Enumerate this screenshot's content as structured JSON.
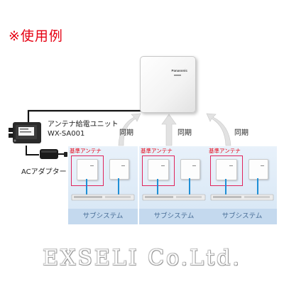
{
  "heading": "※使用例",
  "feed_unit": {
    "line1": "アンテナ給電ユニット",
    "line2": "WX-SA001"
  },
  "ac_adapter": "ACアダプター",
  "main_antenna": {
    "brand": "Panasonic"
  },
  "sync_labels": [
    "同期",
    "同期",
    "同期"
  ],
  "subsystems": [
    {
      "reference_label": "基準アンテナ",
      "name": "サブシステム"
    },
    {
      "reference_label": "基準アンテナ",
      "name": "サブシステム"
    },
    {
      "reference_label": "基準アンテナ",
      "name": "サブシステム"
    }
  ],
  "watermark": "EXSELI Co.Ltd.",
  "colors": {
    "accent_red": "#e60012",
    "reference_box": "#e0245c",
    "subsystem_bg": "#dce9f6",
    "subsystem_footer": "#c4d9ee",
    "link_blue": "#1f8fd6"
  },
  "icons": {
    "sync_arrow": "curved-arrow-icon",
    "feed_unit": "power-unit-icon",
    "adapter": "ac-adapter-icon"
  }
}
